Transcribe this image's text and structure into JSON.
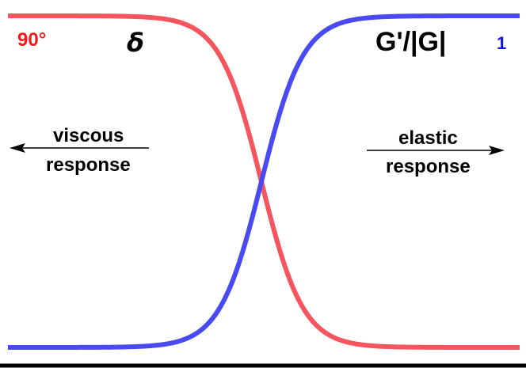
{
  "labels": {
    "delta_max": "90°",
    "delta_symbol": "δ",
    "modulus_ratio": "G'/|G|",
    "modulus_max": "1",
    "viscous_line1": "viscous",
    "viscous_line2": "response",
    "elastic_line1": "elastic",
    "elastic_line2": "response"
  },
  "colors": {
    "delta_curve": "#f5555f",
    "modulus_curve": "#4a4af2",
    "delta_label": "#f01818",
    "modulus_label": "#1212d8",
    "axis": "#000000"
  },
  "curves": {
    "delta": "sigmoid decreasing from 90° to 0",
    "modulus": "sigmoid increasing from 0 to 1"
  }
}
